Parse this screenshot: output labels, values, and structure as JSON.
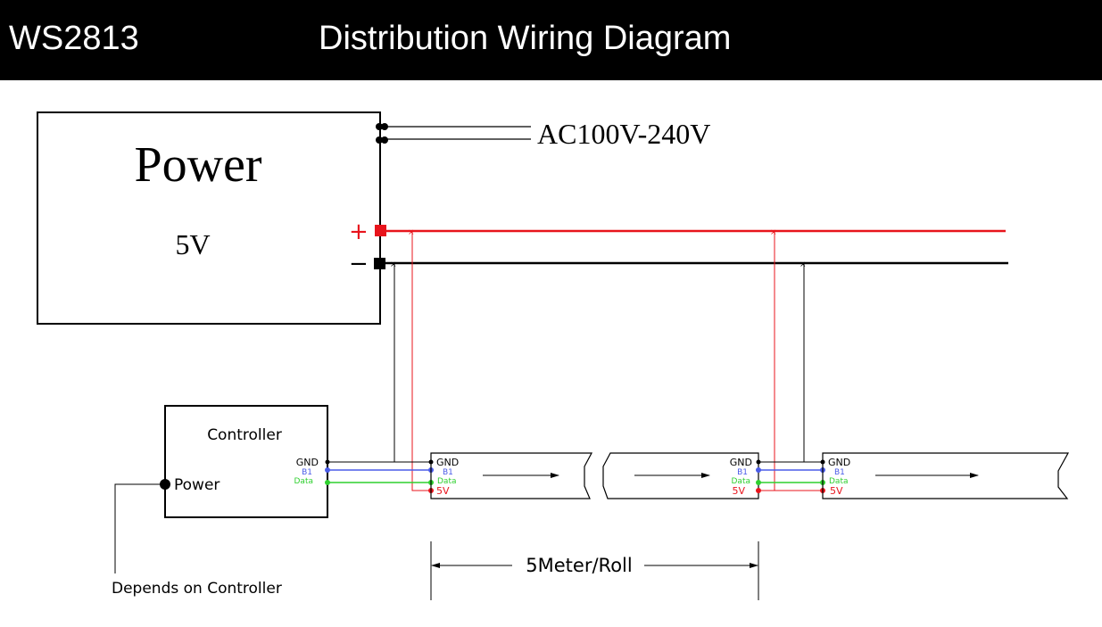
{
  "header": {
    "model": "WS2813",
    "title": "Distribution Wiring Diagram"
  },
  "power_supply": {
    "label": "Power",
    "voltage": "5V",
    "ac_input": "AC100V-240V",
    "plus_symbol": "+",
    "minus_symbol": "−"
  },
  "controller": {
    "label": "Controller",
    "power_label": "Power",
    "power_note": "Depends on Controller",
    "pins": [
      "GND",
      "B1",
      "Data"
    ]
  },
  "strip": {
    "pins": [
      "GND",
      "B1",
      "Data",
      "5V"
    ],
    "length_label": "5Meter/Roll"
  },
  "colors": {
    "positive": "#e8141c",
    "negative": "#000000",
    "b1": "#4a5ce8",
    "data": "#2fd02f",
    "header_bg": "#000000"
  }
}
